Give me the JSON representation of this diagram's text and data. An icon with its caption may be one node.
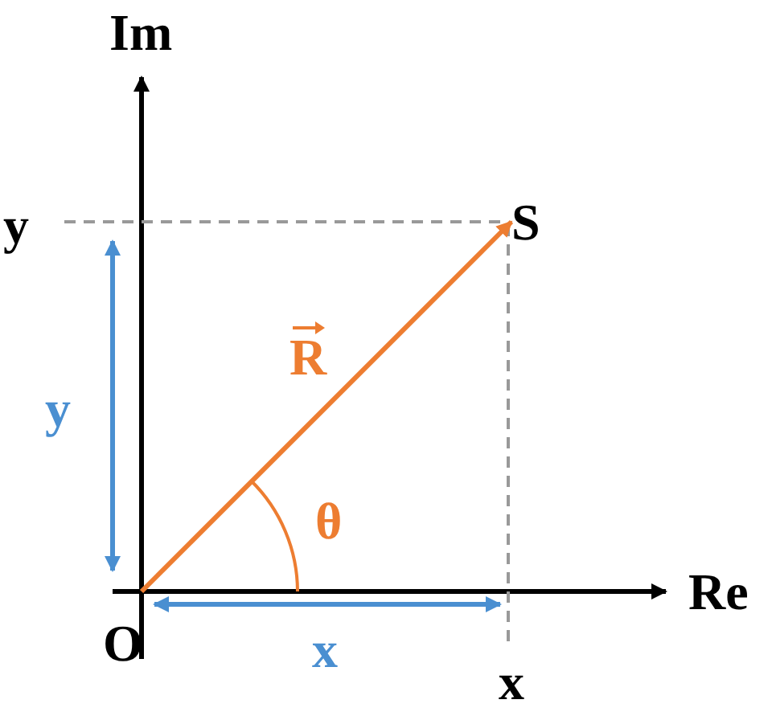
{
  "diagram": {
    "nodes": [
      {
        "text": [
          "O"
        ]
      },
      {
        "text": [
          "S"
        ]
      }
    ],
    "edges": [
      {
        "from": 0,
        "to": 1,
        "arrow": "to",
        "label": "R",
        "color": "#ed7d31"
      }
    ],
    "labels": [
      "Im",
      "y",
      "y",
      "θ",
      "Re",
      "x",
      "x"
    ]
  }
}
